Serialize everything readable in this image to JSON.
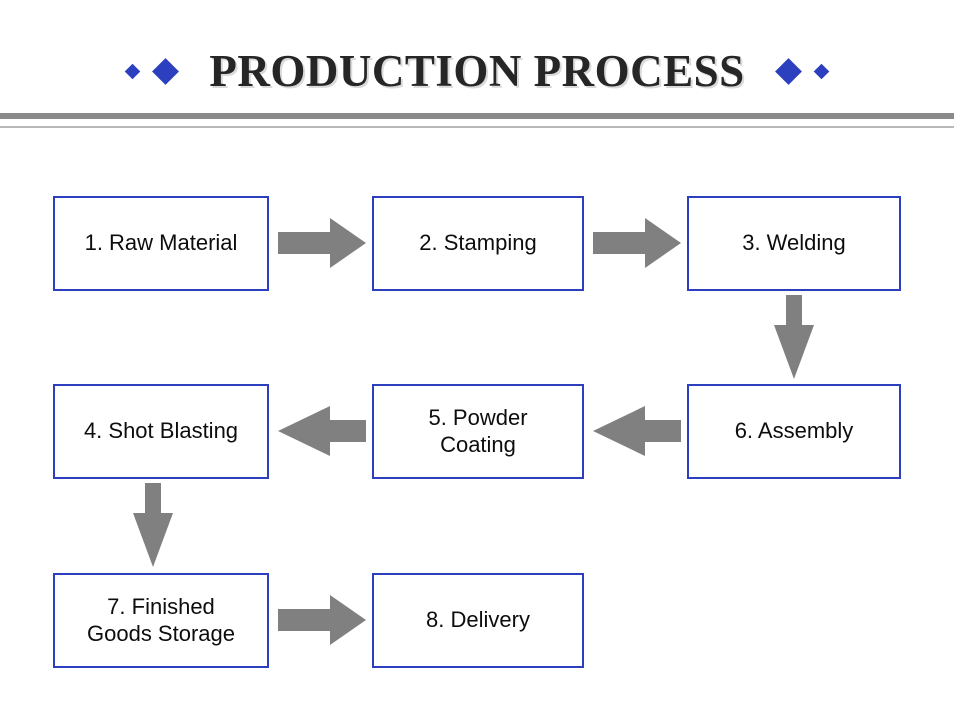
{
  "slide": {
    "background_color": "#ffffff",
    "title": "PRODUCTION PROCESS",
    "title_color": "#262626",
    "accent_color": "#2b3fbf",
    "arrow_color": "#808080",
    "divider_color": "#8a8a8a"
  },
  "decorations": {
    "left": [
      "diamond-small",
      "diamond-large"
    ],
    "right": [
      "diamond-large",
      "diamond-small"
    ]
  },
  "flow": {
    "nodes": [
      {
        "id": "raw-material",
        "number": "1",
        "label": "1. Raw Material",
        "row": 1,
        "col": 1
      },
      {
        "id": "stamping",
        "number": "2",
        "label": "2. Stamping",
        "row": 1,
        "col": 2
      },
      {
        "id": "welding",
        "number": "3",
        "label": "3. Welding",
        "row": 1,
        "col": 3
      },
      {
        "id": "shot-blasting",
        "number": "4",
        "label": "4. Shot Blasting",
        "row": 2,
        "col": 1
      },
      {
        "id": "powder-coating",
        "number": "5",
        "label": "5. Powder\nCoating",
        "row": 2,
        "col": 2
      },
      {
        "id": "assembly",
        "number": "6",
        "label": "6. Assembly",
        "row": 2,
        "col": 3
      },
      {
        "id": "finished-goods-storage",
        "number": "7",
        "label": "7. Finished\nGoods Storage",
        "row": 3,
        "col": 1
      },
      {
        "id": "delivery",
        "number": "8",
        "label": "8. Delivery",
        "row": 3,
        "col": 2
      }
    ],
    "connectors": [
      {
        "id": "raw-material-to-stamping",
        "from": "raw-material",
        "to": "stamping",
        "direction": "right"
      },
      {
        "id": "stamping-to-welding",
        "from": "stamping",
        "to": "welding",
        "direction": "right"
      },
      {
        "id": "welding-to-assembly",
        "from": "welding",
        "to": "assembly",
        "direction": "down"
      },
      {
        "id": "assembly-to-powder-coating",
        "from": "assembly",
        "to": "powder-coating",
        "direction": "left"
      },
      {
        "id": "powder-coating-to-shot-blasting",
        "from": "powder-coating",
        "to": "shot-blasting",
        "direction": "left"
      },
      {
        "id": "shot-blasting-to-finished-goods",
        "from": "shot-blasting",
        "to": "finished-goods-storage",
        "direction": "down"
      },
      {
        "id": "finished-goods-to-delivery",
        "from": "finished-goods-storage",
        "to": "delivery",
        "direction": "right"
      }
    ]
  }
}
